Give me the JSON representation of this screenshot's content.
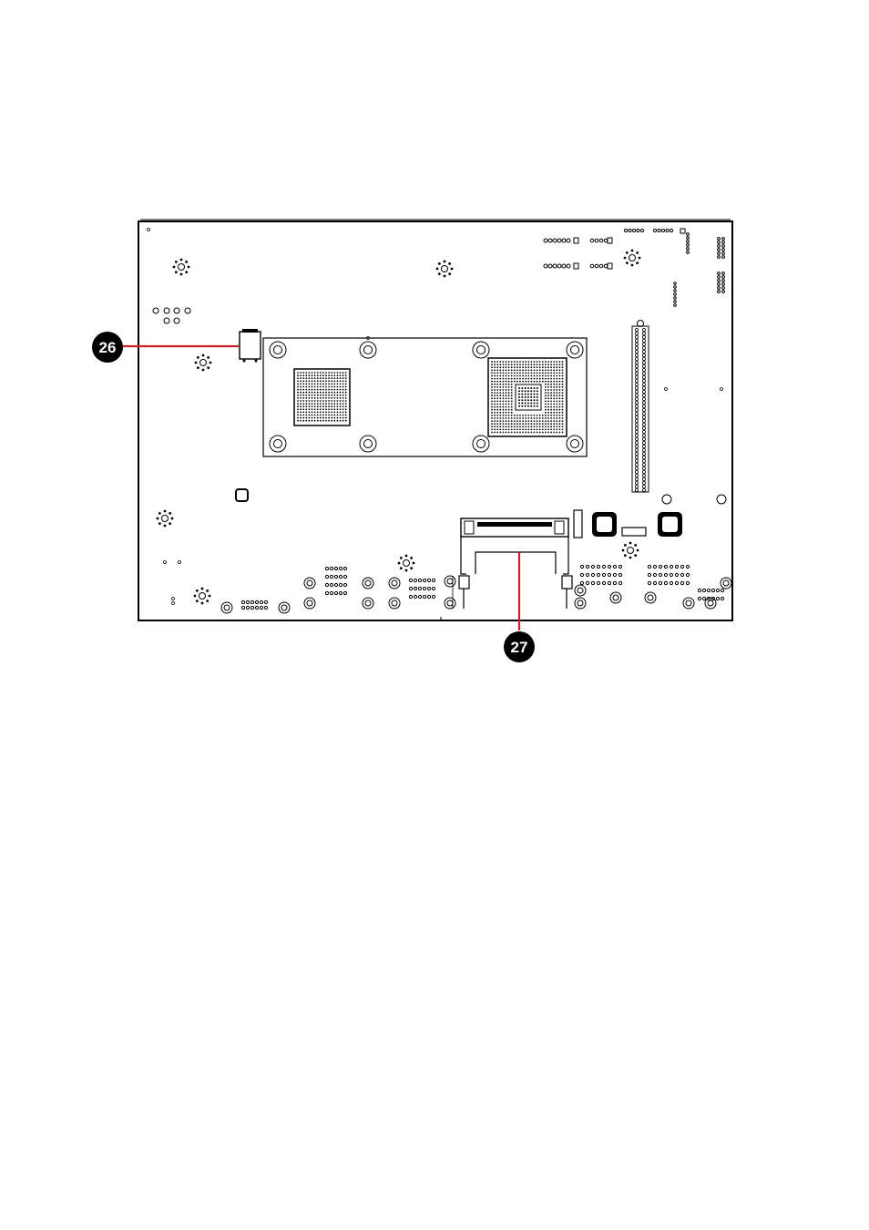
{
  "diagram": {
    "subject": "board-bottom-view",
    "callouts": [
      {
        "id": "callout-26",
        "label": "26",
        "target": "connector-near-cpu-module"
      },
      {
        "id": "callout-27",
        "label": "27",
        "target": "compactflash-slot"
      }
    ],
    "colors": {
      "outline": "#000000",
      "leader": "#cc1f2a",
      "callout_fill": "#000000",
      "callout_text": "#ffffff",
      "background": "#ffffff"
    }
  }
}
